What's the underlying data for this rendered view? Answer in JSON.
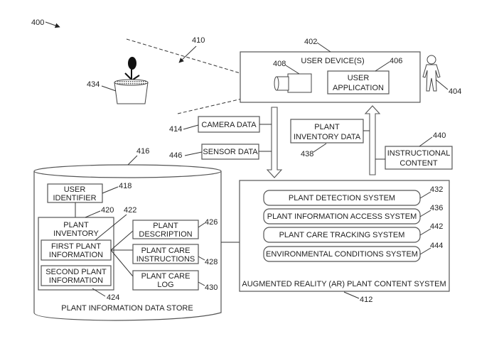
{
  "figure": {
    "ref": "400",
    "view_ref": "410"
  },
  "plant": {
    "ref": "434"
  },
  "user": {
    "ref": "404"
  },
  "user_device": {
    "label": "USER DEVICE(S)",
    "ref": "402",
    "camera_ref": "408",
    "app": {
      "line1": "USER",
      "line2": "APPLICATION",
      "ref": "406"
    }
  },
  "data_flows": {
    "camera": {
      "label": "CAMERA DATA",
      "ref": "414"
    },
    "sensor": {
      "label": "SENSOR DATA",
      "ref": "446"
    },
    "inventory": {
      "line1": "PLANT",
      "line2": "INVENTORY DATA",
      "ref": "438"
    },
    "instructional": {
      "line1": "INSTRUCTIONAL",
      "line2": "CONTENT",
      "ref": "440"
    }
  },
  "data_store": {
    "label": "PLANT INFORMATION DATA STORE",
    "ref": "416",
    "user_identifier": {
      "line1": "USER",
      "line2": "IDENTIFIER",
      "ref": "418"
    },
    "plant_inventory": {
      "line1": "PLANT",
      "line2": "INVENTORY",
      "ref": "420"
    },
    "first_plant": {
      "line1": "FIRST PLANT",
      "line2": "INFORMATION",
      "ref": "422"
    },
    "second_plant": {
      "line1": "SECOND PLANT",
      "line2": "INFORMATION",
      "ref": "424"
    },
    "description": {
      "line1": "PLANT",
      "line2": "DESCRIPTION",
      "ref": "426"
    },
    "care_instructions": {
      "line1": "PLANT CARE",
      "line2": "INSTRUCTIONS",
      "ref": "428"
    },
    "care_log": {
      "line1": "PLANT CARE",
      "line2": "LOG",
      "ref": "430"
    }
  },
  "ar_system": {
    "label": "AUGMENTED REALITY (AR) PLANT CONTENT SYSTEM",
    "ref": "412",
    "subsystems": [
      {
        "label": "PLANT DETECTION SYSTEM",
        "ref": "432"
      },
      {
        "label": "PLANT INFORMATION ACCESS SYSTEM",
        "ref": "436"
      },
      {
        "label": "PLANT CARE TRACKING SYSTEM",
        "ref": "442"
      },
      {
        "label": "ENVIRONMENTAL CONDITIONS SYSTEM",
        "ref": "444"
      }
    ]
  }
}
